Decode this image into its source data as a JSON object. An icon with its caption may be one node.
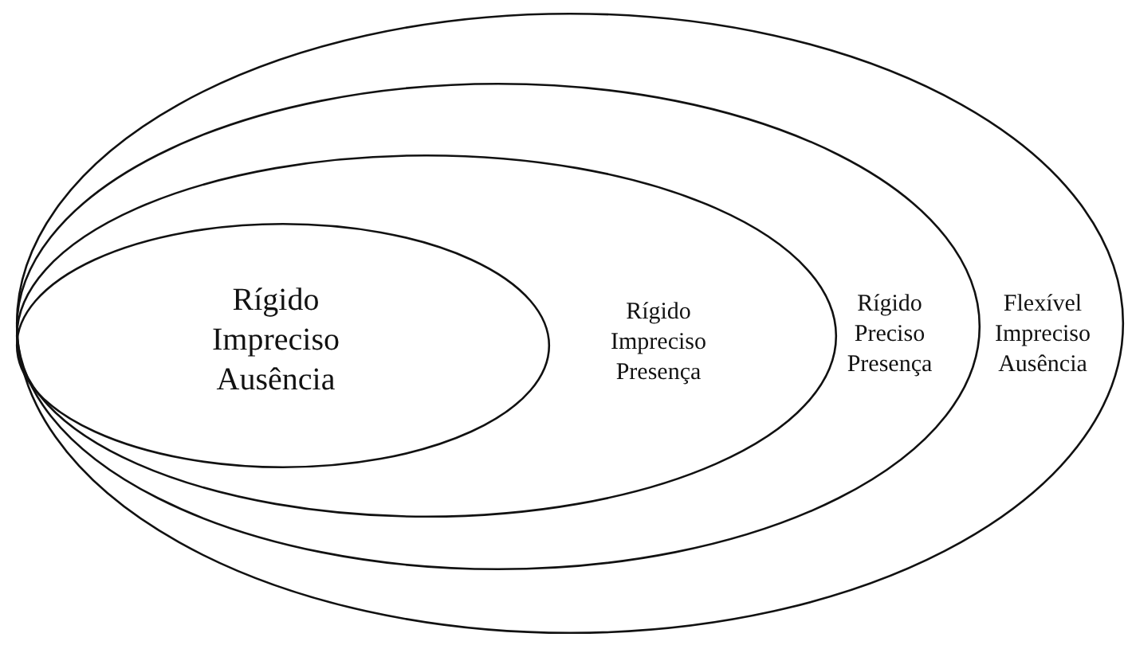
{
  "diagram": {
    "nodes": [
      {
        "text": [
          "Flexível Impreciso Ausência"
        ]
      },
      {
        "text": [
          "Rígido Preciso Presença"
        ],
        "in": 0
      },
      {
        "text": [
          "Rígido Impreciso Presença"
        ],
        "in": 1
      },
      {
        "text": [
          "Rígido Impreciso Ausência"
        ],
        "in": 2
      }
    ]
  }
}
